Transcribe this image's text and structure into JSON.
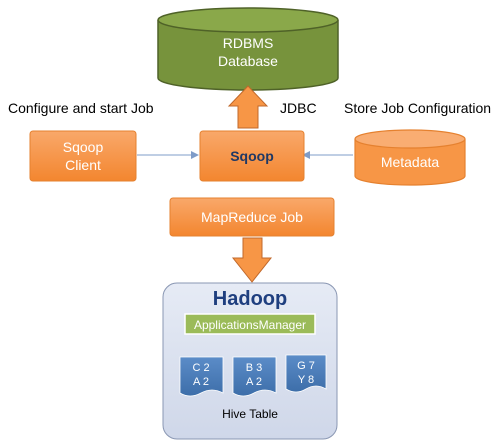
{
  "database": {
    "line1": "RDBMS",
    "line2": "Database"
  },
  "labels": {
    "configure": "Configure and start Job",
    "jdbc": "JDBC",
    "store": "Store Job Configuration"
  },
  "sqoop_client": {
    "line1": "Sqoop",
    "line2": "Client"
  },
  "sqoop": "Sqoop",
  "metadata": "Metadata",
  "mapreduce": "MapReduce Job",
  "hadoop": {
    "title": "Hadoop",
    "applications_manager": "ApplicationsManager",
    "docs": [
      {
        "line1": "C 2",
        "line2": "A 2"
      },
      {
        "line1": "B 3",
        "line2": "A 2"
      },
      {
        "line1": "G 7",
        "line2": "Y 8"
      }
    ],
    "hive_table": "Hive Table"
  },
  "colors": {
    "orange": "#f79646",
    "green": "#77933c",
    "lime": "#9bbb59",
    "blue_doc": "#4f81bd",
    "hadoop_bg": "#dce2ef",
    "hadoop_title": "#1f3f7f"
  }
}
